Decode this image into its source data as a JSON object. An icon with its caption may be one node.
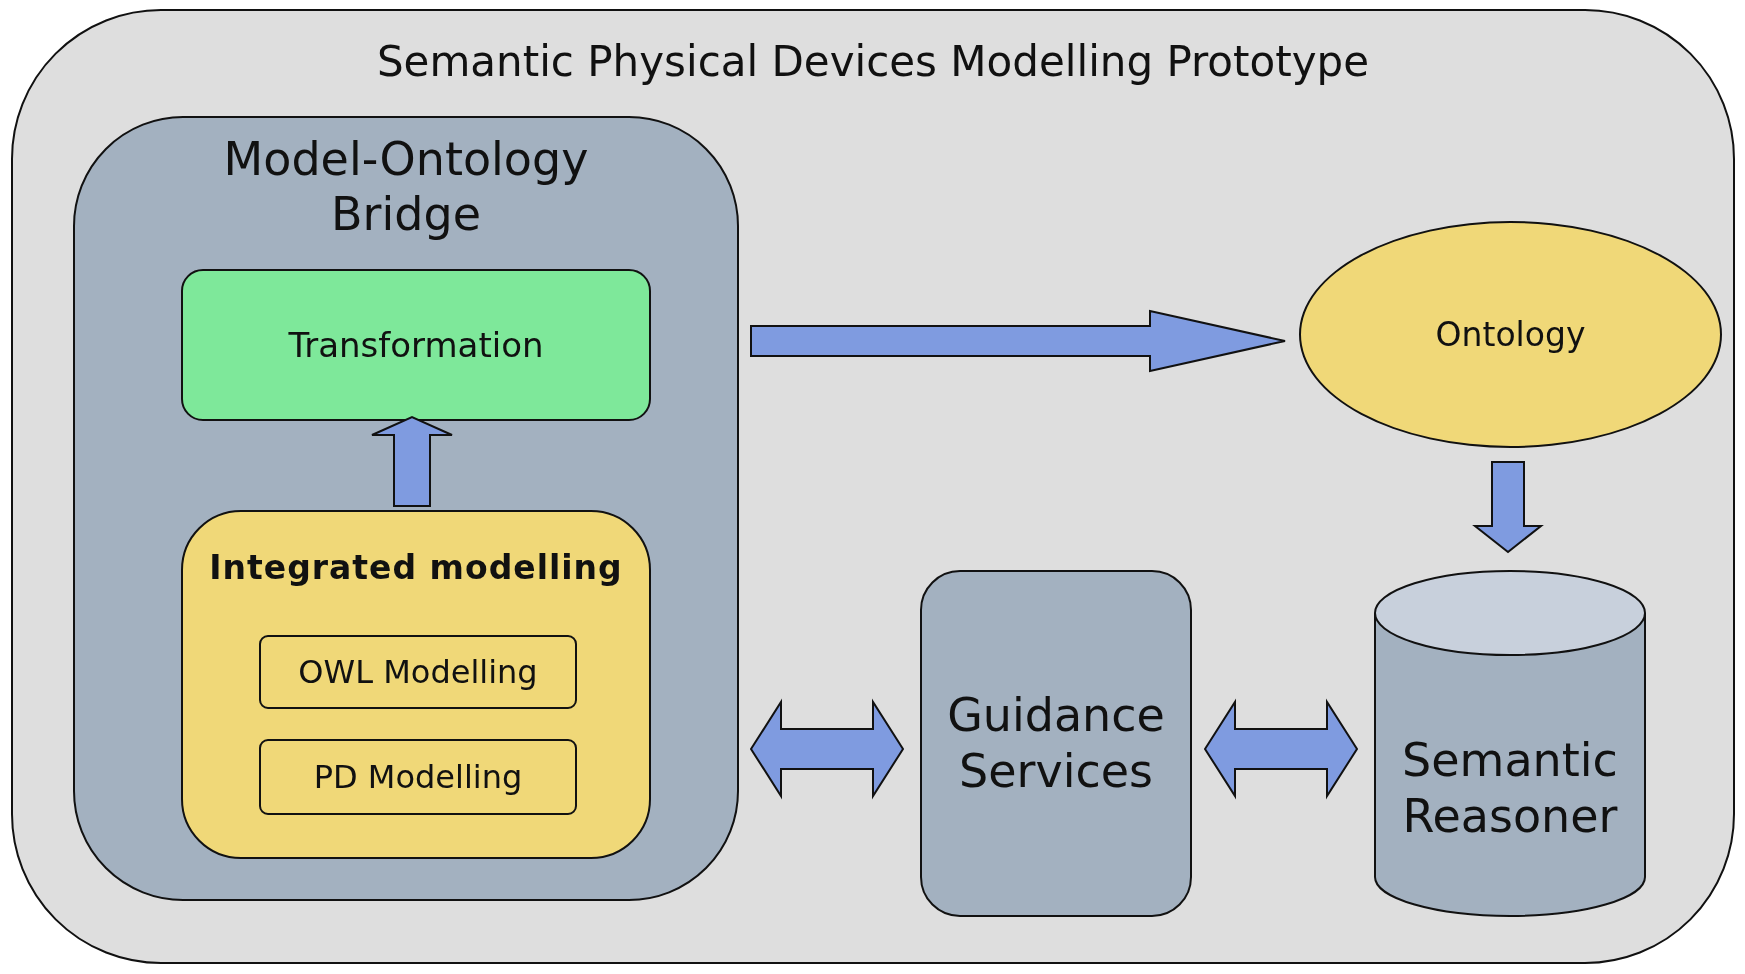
{
  "diagram": {
    "nodes": [
      {
        "text": [
          "Semantic Physical Devices Modelling Prototype"
        ]
      },
      {
        "text": [
          "Model-Ontology Bridge"
        ],
        "in": 0
      },
      {
        "text": [
          "Transformation"
        ],
        "in": 1
      },
      {
        "text": [
          "Integrated modelling"
        ],
        "in": 1
      },
      {
        "text": [
          "OWL Modelling"
        ],
        "in": 3
      },
      {
        "text": [
          "PD Modelling"
        ],
        "in": 3
      },
      {
        "text": [
          "Ontology"
        ],
        "in": 0
      },
      {
        "text": [
          "Guidance Services"
        ],
        "in": 0
      },
      {
        "text": [
          "Semantic Reasoner"
        ],
        "in": 0
      }
    ],
    "edges": [
      {
        "from": 3,
        "to": 2,
        "arrow": "to"
      },
      {
        "from": 1,
        "to": 6,
        "arrow": "to"
      },
      {
        "from": 6,
        "to": 8,
        "arrow": "to"
      },
      {
        "from": 1,
        "to": 7,
        "arrow": "both"
      },
      {
        "from": 7,
        "to": 8,
        "arrow": "both"
      }
    ]
  }
}
